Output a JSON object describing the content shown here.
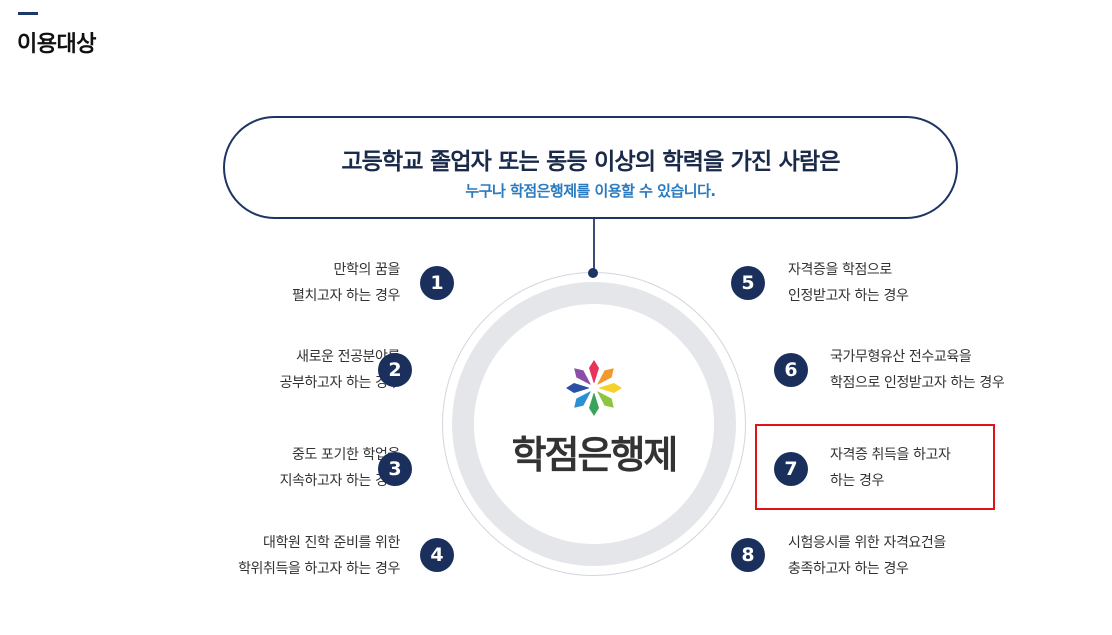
{
  "page_title": "이용대상",
  "banner": {
    "main": "고등학교 졸업자 또는 동등 이상의 학력을 가진 사람은",
    "sub": "누구나 학점은행제를 이용할 수 있습니다."
  },
  "center": {
    "brand": "학점은행제",
    "logo_icon": "flower-logo-icon"
  },
  "items": [
    {
      "num": "1",
      "line1": "만학의 꿈을",
      "line2": "펼치고자 하는 경우"
    },
    {
      "num": "2",
      "line1": "새로운 전공분야를",
      "line2": "공부하고자 하는 경우"
    },
    {
      "num": "3",
      "line1": "중도 포기한 학업을",
      "line2": "지속하고자 하는 경우"
    },
    {
      "num": "4",
      "line1": "대학원 진학 준비를 위한",
      "line2": "학위취득을 하고자 하는 경우"
    },
    {
      "num": "5",
      "line1": "자격증을 학점으로",
      "line2": "인정받고자 하는 경우"
    },
    {
      "num": "6",
      "line1": "국가무형유산 전수교육을",
      "line2": "학점으로 인정받고자 하는 경우"
    },
    {
      "num": "7",
      "line1": "자격증 취득을 하고자",
      "line2": "하는 경우"
    },
    {
      "num": "8",
      "line1": "시험응시를 위한 자격요건을",
      "line2": "충족하고자 하는 경우"
    }
  ],
  "colors": {
    "navy": "#1a2f5c",
    "accent_blue": "#2a7bc0",
    "highlight_red": "#e0131a",
    "ring_gray": "#e4e6ea"
  }
}
